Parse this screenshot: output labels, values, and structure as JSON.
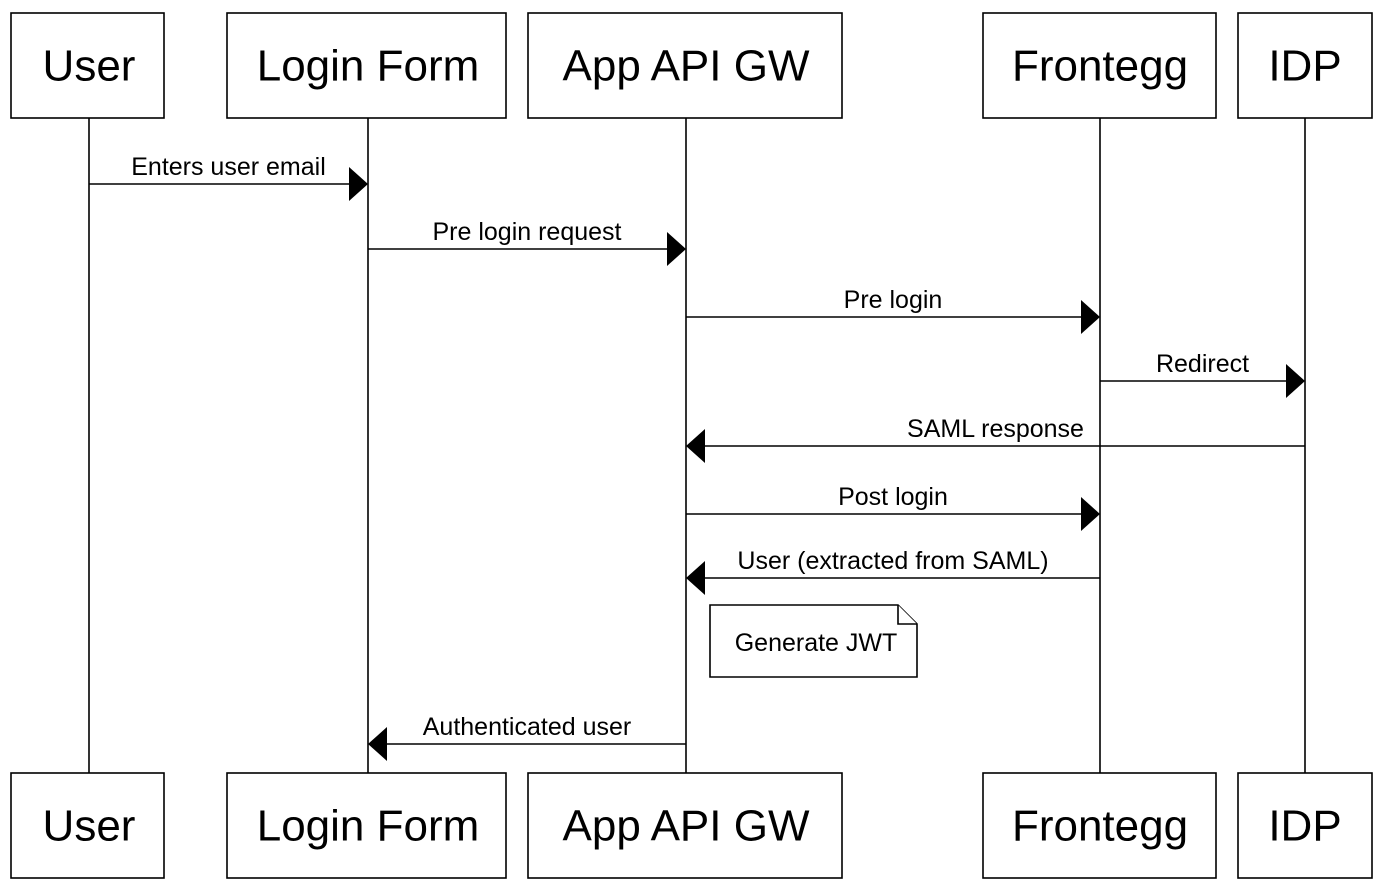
{
  "participants": [
    {
      "id": "user",
      "label": "User"
    },
    {
      "id": "login-form",
      "label": "Login Form"
    },
    {
      "id": "app-api-gw",
      "label": "App API GW"
    },
    {
      "id": "frontegg",
      "label": "Frontegg"
    },
    {
      "id": "idp",
      "label": "IDP"
    }
  ],
  "messages": [
    {
      "from": "user",
      "to": "login-form",
      "label": "Enters user email"
    },
    {
      "from": "login-form",
      "to": "app-api-gw",
      "label": "Pre login request"
    },
    {
      "from": "app-api-gw",
      "to": "frontegg",
      "label": "Pre login"
    },
    {
      "from": "frontegg",
      "to": "idp",
      "label": "Redirect"
    },
    {
      "from": "idp",
      "to": "app-api-gw",
      "label": "SAML response"
    },
    {
      "from": "app-api-gw",
      "to": "frontegg",
      "label": "Post login"
    },
    {
      "from": "frontegg",
      "to": "app-api-gw",
      "label": "User (extracted from SAML)"
    },
    {
      "from": "app-api-gw",
      "to": "login-form",
      "label": "Authenticated user"
    }
  ],
  "note": {
    "over": "app-api-gw",
    "label": "Generate JWT"
  },
  "colors": {
    "stroke": "#000000",
    "fill": "#ffffff",
    "text": "#000000"
  }
}
